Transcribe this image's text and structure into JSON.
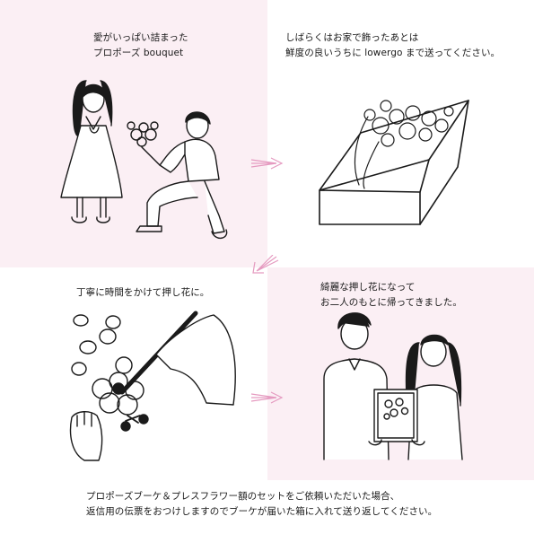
{
  "colors": {
    "panel_pink": "#fbeff4",
    "arrow_pink": "#e59ac0",
    "ink": "#1a1a1a"
  },
  "step1": {
    "line1": "愛がいっぱい詰まった",
    "line2": "プロポーズ bouquet"
  },
  "step2": {
    "line1": "しばらくはお家で飾ったあとは",
    "line2": "鮮度の良いうちに lowergo まで送ってください。"
  },
  "step3": {
    "line1": "丁寧に時間をかけて押し花に。"
  },
  "step4": {
    "line1": "綺麗な押し花になって",
    "line2": "お二人のもとに帰ってきました。"
  },
  "footer": {
    "line1": "プロポーズブーケ＆プレスフラワー額のセットをご依頼いただいた場合、",
    "line2": "返信用の伝票をおつけしますのでブーケが届いた箱に入れて送り返してください。"
  },
  "icons": [
    "arrow-right-icon",
    "arrow-down-left-icon",
    "arrow-right-icon"
  ]
}
